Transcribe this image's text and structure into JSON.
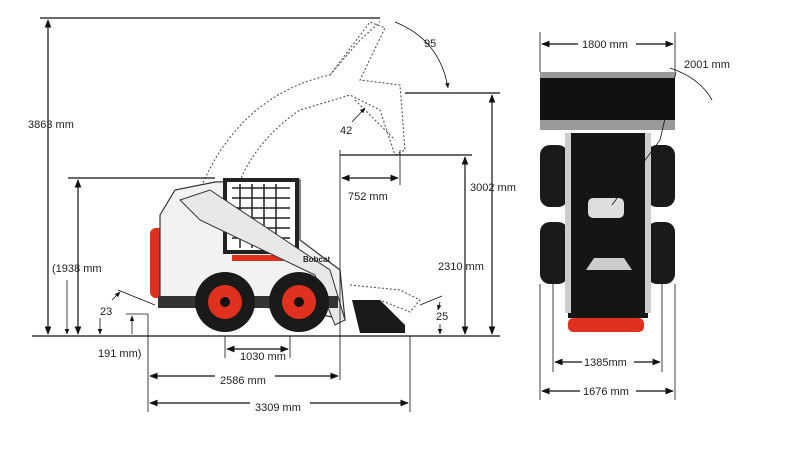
{
  "side_view": {
    "overall_height": "3863 mm",
    "dump_angle": "95",
    "rollback_angle": "42",
    "dump_reach": "752 mm",
    "hinge_pin_height": "3002 mm",
    "dump_height": "2310 mm",
    "cab_height": "(1938 mm",
    "departure_angle": "23",
    "ground_clearance": "191 mm)",
    "bucket_angle": "25",
    "wheelbase": "1030 mm",
    "length_without_bucket": "2586 mm",
    "length_with_bucket": "3309 mm",
    "logo": "Bobcat"
  },
  "front_view": {
    "bucket_width": "1800 mm",
    "turning_radius": "2001 mm",
    "tread_width": "1385mm",
    "overall_width": "1676 mm"
  },
  "colors": {
    "accent_red": "#e0301e",
    "body": "#111111"
  }
}
